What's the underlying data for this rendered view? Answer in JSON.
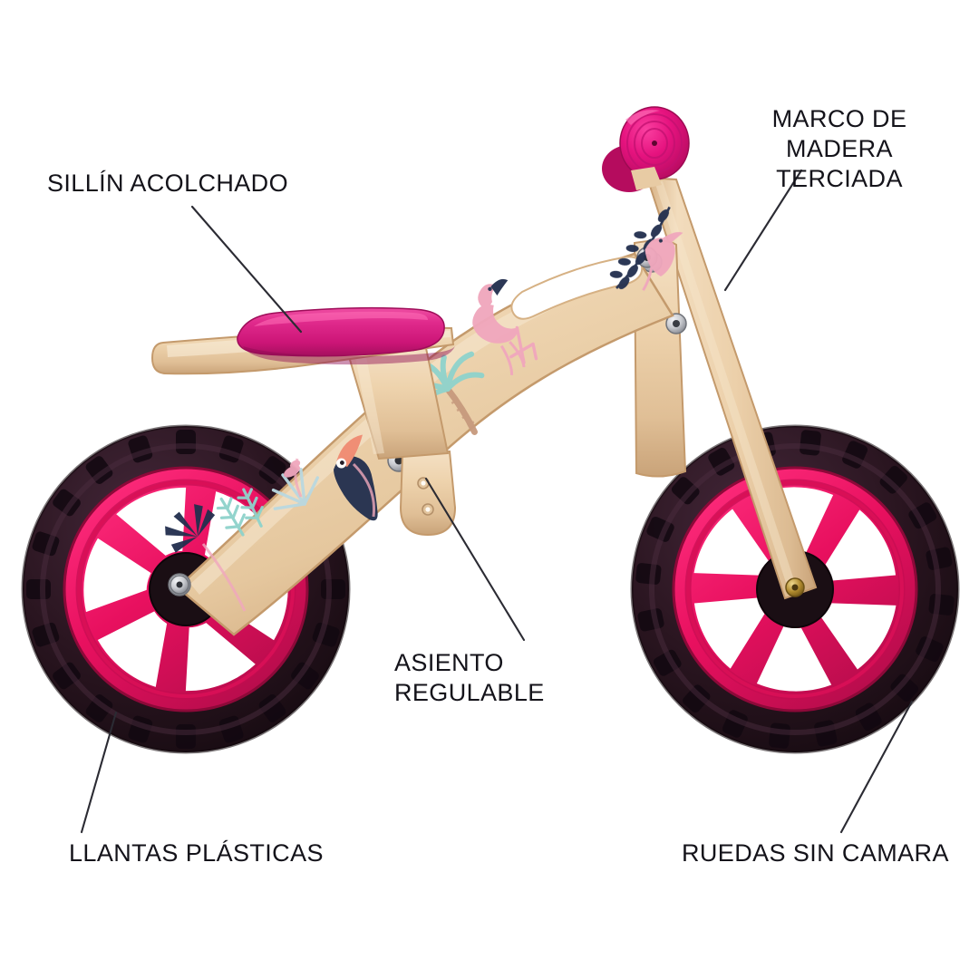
{
  "product": {
    "name": "bicicleta-de-equilibrio-madera",
    "alt": "Bicicleta de equilibrio infantil de madera terciada con ruedas rosadas"
  },
  "colors": {
    "background": "#ffffff",
    "text": "#14131a",
    "leader_line": "#2b2b33",
    "magenta_seat": "#d91c82",
    "magenta_grip": "#e0177f",
    "magenta_rim": "#e8105f",
    "magenta_rim_dark": "#b60c49",
    "tire_dark": "#2a1520",
    "tire_darker": "#190b12",
    "wood_light": "#f0d7b4",
    "wood_mid": "#e8cba4",
    "wood_dark": "#d2ad81",
    "wood_edge": "#c49a6c",
    "bolt_silver": "#c9cbd0",
    "bolt_brass": "#b08a2e",
    "decal_navy": "#23304f",
    "decal_mint": "#8fd3cb",
    "decal_pink": "#f0a7bd",
    "decal_coral": "#f08a72",
    "decal_blue": "#b9d8e0"
  },
  "callouts": [
    {
      "id": "marco-de-madera-terciada",
      "label": "MARCO DE MADERA\nTERCIADA",
      "feature": "frame"
    },
    {
      "id": "sillin-acolchado",
      "label": "SILLÍN ACOLCHADO",
      "feature": "seat"
    },
    {
      "id": "asiento-regulable",
      "label": "ASIENTO REGULABLE",
      "feature": "seat-post"
    },
    {
      "id": "llantas-plasticas",
      "label": "LLANTAS PLÁSTICAS",
      "feature": "rims"
    },
    {
      "id": "ruedas-sin-camara",
      "label": "RUEDAS SIN CAMARA",
      "feature": "tires"
    }
  ]
}
